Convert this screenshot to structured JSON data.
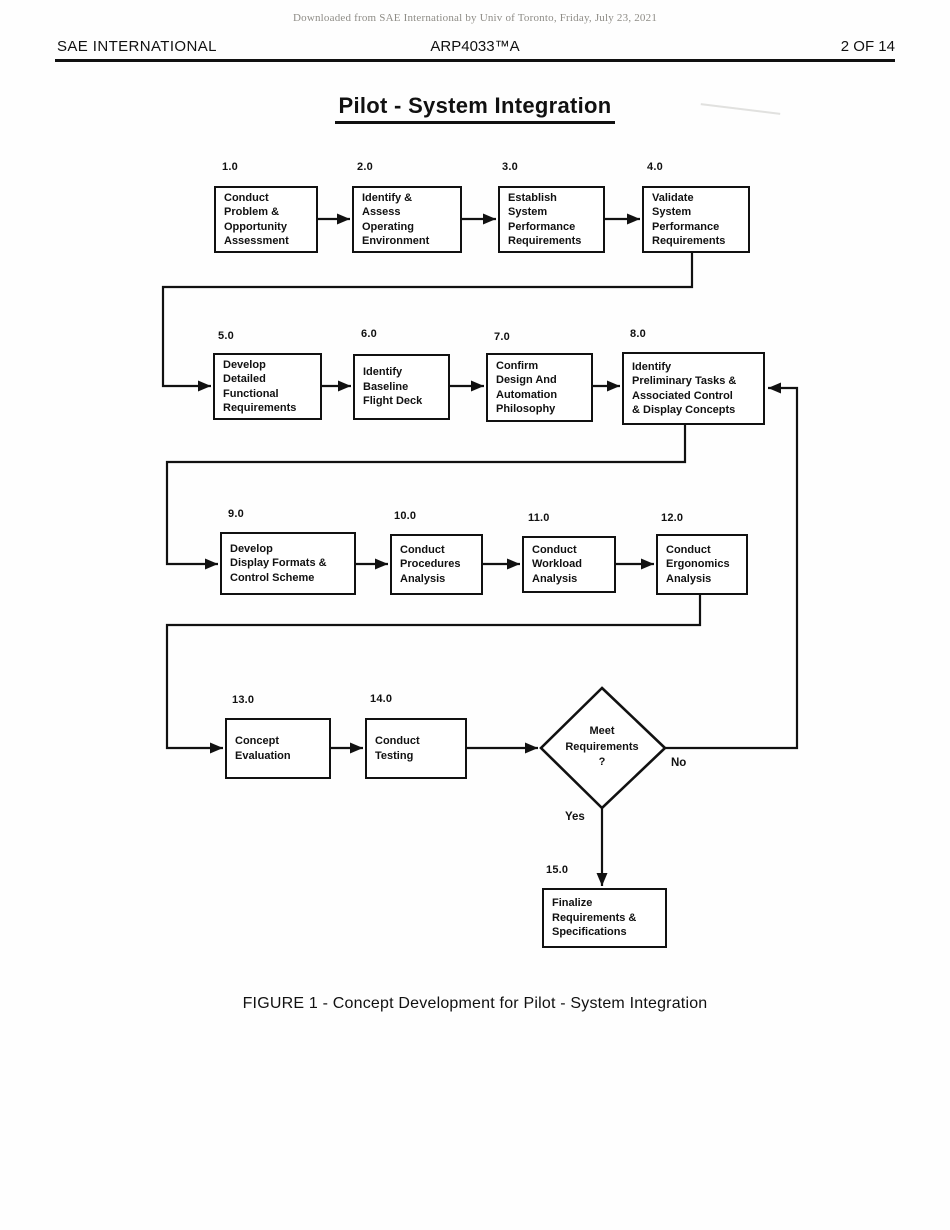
{
  "document": {
    "watermark": "Downloaded from SAE International by Univ of Toronto, Friday, July 23, 2021",
    "header": {
      "left": "SAE INTERNATIONAL",
      "center": "ARP4033™A",
      "right": "2 OF 14"
    },
    "figure_title": "Pilot - System Integration",
    "figure_caption": "FIGURE 1 - Concept Development for Pilot - System Integration"
  },
  "flowchart": {
    "steps": [
      {
        "number": "1.0",
        "label": "Conduct\nProblem &\nOpportunity\nAssessment"
      },
      {
        "number": "2.0",
        "label": "Identify &\nAssess\nOperating\nEnvironment"
      },
      {
        "number": "3.0",
        "label": "Establish\nSystem\nPerformance\nRequirements"
      },
      {
        "number": "4.0",
        "label": "Validate\nSystem\nPerformance\nRequirements"
      },
      {
        "number": "5.0",
        "label": "Develop\nDetailed\nFunctional\nRequirements"
      },
      {
        "number": "6.0",
        "label": "Identify\nBaseline\nFlight Deck"
      },
      {
        "number": "7.0",
        "label": "Confirm\nDesign And\nAutomation\nPhilosophy"
      },
      {
        "number": "8.0",
        "label": "Identify\nPreliminary Tasks &\nAssociated Control\n& Display Concepts"
      },
      {
        "number": "9.0",
        "label": "Develop\nDisplay Formats &\nControl Scheme"
      },
      {
        "number": "10.0",
        "label": "Conduct\nProcedures\nAnalysis"
      },
      {
        "number": "11.0",
        "label": "Conduct\nWorkload\nAnalysis"
      },
      {
        "number": "12.0",
        "label": "Conduct\nErgonomics\nAnalysis"
      },
      {
        "number": "13.0",
        "label": "Concept\nEvaluation"
      },
      {
        "number": "14.0",
        "label": "Conduct\nTesting"
      },
      {
        "number": "15.0",
        "label": "Finalize\nRequirements &\nSpecifications"
      }
    ],
    "decision": {
      "label": "Meet\nRequirements\n?",
      "yes_label": "Yes",
      "no_label": "No"
    }
  }
}
